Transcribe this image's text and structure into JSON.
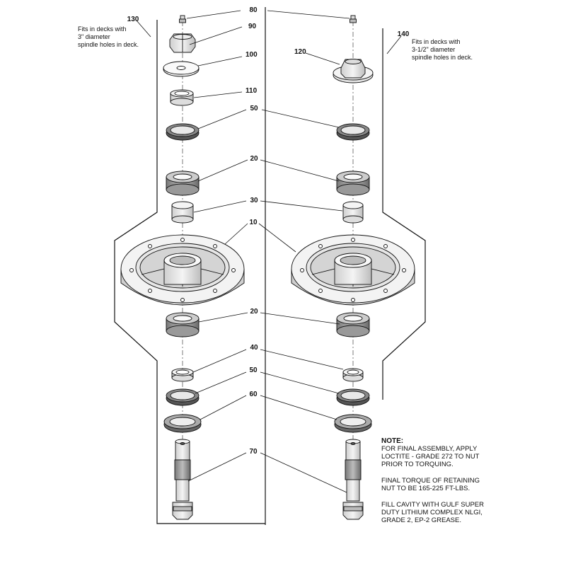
{
  "callouts": {
    "c80": "80",
    "c90": "90",
    "c100": "100",
    "c110": "110",
    "c120": "120",
    "c50a": "50",
    "c20a": "20",
    "c30": "30",
    "c10": "10",
    "c20b": "20",
    "c40": "40",
    "c50b": "50",
    "c60": "60",
    "c70": "70",
    "c130": "130",
    "c140": "140"
  },
  "fits_left": [
    "Fits in decks with",
    "3\" diameter",
    "spindle holes in deck."
  ],
  "fits_right": [
    "Fits in decks with",
    "3-1/2\" diameter",
    "spindle holes in deck."
  ],
  "note": {
    "heading": "NOTE:",
    "p1": [
      "FOR FINAL ASSEMBLY, APPLY",
      "LOCTITE - GRADE 272 TO NUT",
      "PRIOR TO TORQUING."
    ],
    "p2": [
      "FINAL TORQUE OF RETAINING",
      "NUT TO BE 165-225 FT-LBS."
    ],
    "p3": [
      "FILL CAVITY WITH GULF SUPER",
      "DUTY LITHIUM COMPLEX NLGI,",
      "GRADE 2, EP-2 GREASE."
    ]
  }
}
